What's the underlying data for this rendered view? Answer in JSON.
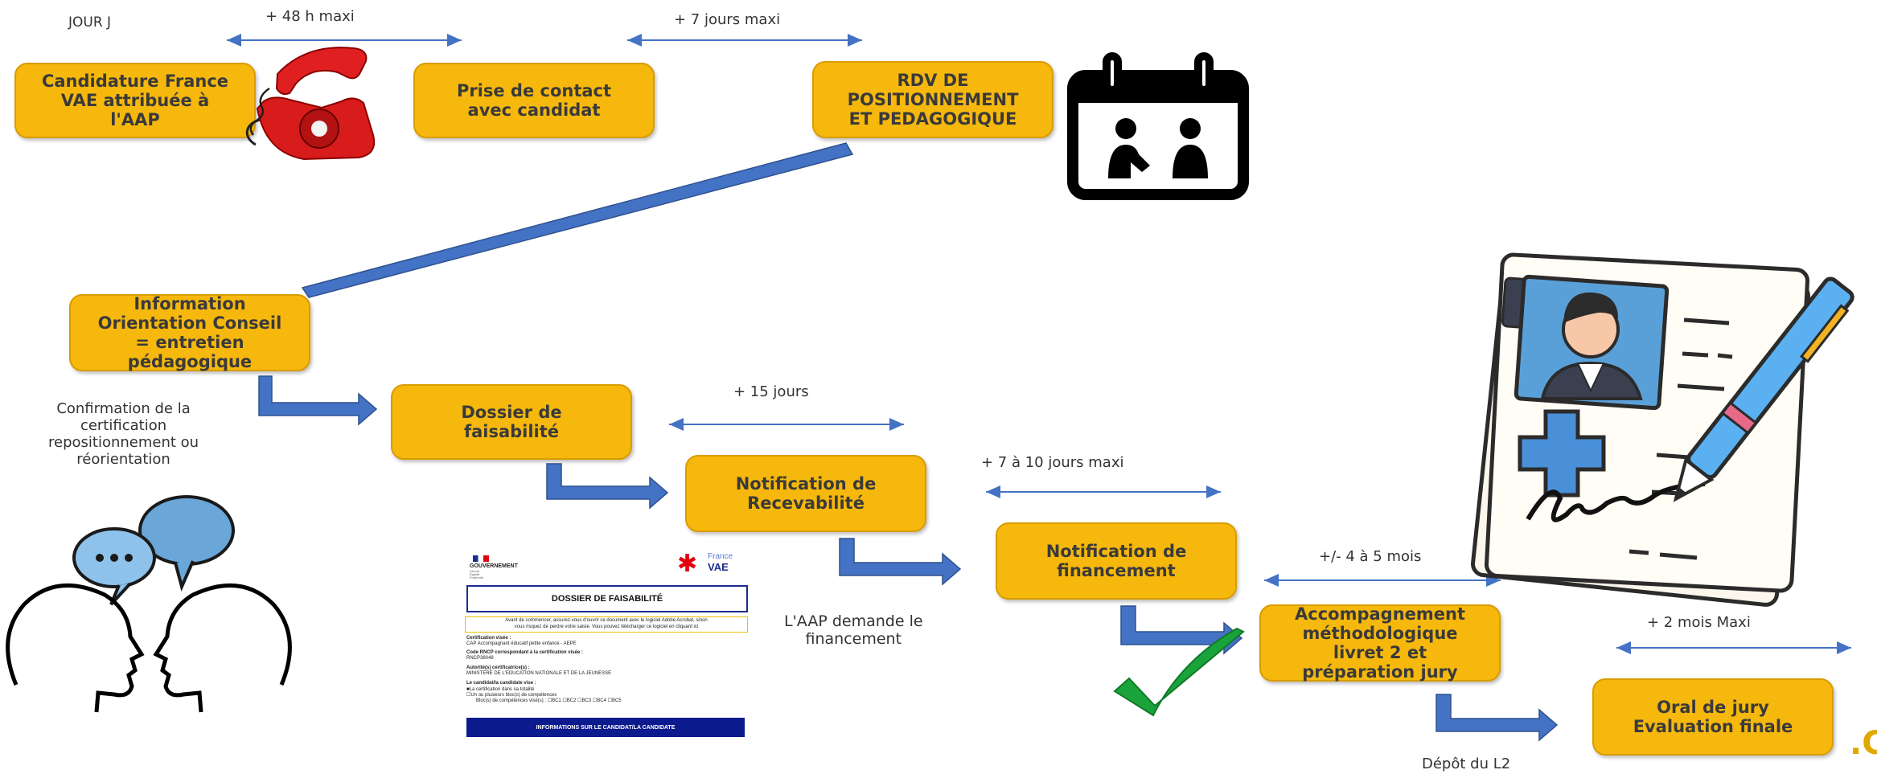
{
  "timeline_labels": {
    "jour_j": "JOUR J",
    "t_48h": "+ 48 h  maxi",
    "t_7j": "+ 7 jours maxi",
    "t_15j": "+ 15 jours",
    "t_7_10j": "+ 7 à 10  jours maxi",
    "t_4_5m": "+/- 4 à 5 mois",
    "t_2m": "+ 2 mois Maxi"
  },
  "steps": {
    "candidature": "Candidature France\nVAE attribuée à\nl'AAP",
    "contact": "Prise de contact\navec candidat",
    "rdv": "RDV DE\nPOSITIONNEMENT\nET PEDAGOGIQUE",
    "information": "Information\nOrientation  Conseil\n= entretien\npédagogique",
    "dossier": "Dossier de\nfaisabilité",
    "notif_recev": "Notification de\nRecevabilité",
    "notif_fin": "Notification de\nfinancement",
    "accomp": "Accompagnement\nméthodologique\nlivret 2 et\npréparation jury",
    "oral": "Oral de jury\nEvaluation finale"
  },
  "notes": {
    "confirmation": "Confirmation  de la\ncertification\nrepositionnement ou\nréorientation",
    "aap_demande": "L'AAP demande le\nfinancement",
    "depot": "Dépôt du L2",
    "corner_fragment": ".C"
  },
  "document_thumbnail": {
    "gov": "GOUVERNEMENT",
    "gov_sub": "Liberté\nÉgalité\nFraternité",
    "brand_small": "France",
    "brand": "VAE",
    "title": "DOSSIER DE FAISABILITÉ",
    "warning": "Avant de commencer, assurez-vous d'ouvrir ce document avec le logiciel Adobe Acrobat, sinon\nvous risquez de perdre votre saisie. Vous pouvez télécharger ce logiciel en cliquant ici",
    "cert_label": "Certification visée :",
    "cert_value": "CAP Accompagnant éducatif petite enfance - AEPE",
    "rncp_label": "Code RNCP correspondant à la certification visée :",
    "rncp_value": "RNCP38048",
    "autorite_label": "Autorité(s) certificatrice(s) :",
    "autorite_value": "MINISTERE DE L'EDUCATION NATIONALE ET DE LA JEUNESSE",
    "vise_label": "Le candidat/la candidate vise :",
    "vise_opt1": "■La certification dans sa totalité",
    "vise_opt2": "☐Un ou plusieurs bloc(s) de compétences",
    "vise_opt3": "Bloc(s) de compétences visé(s) :  ☐BC1  ☐BC2  ☐BC3  ☐BC4  ☐BC5",
    "band": "INFORMATIONS SUR LE CANDIDAT/LA CANDIDATE"
  },
  "colors": {
    "box_fill": "#f6b80c",
    "box_border": "#d99c00",
    "arrow_blue": "#4472c4",
    "check_green": "#1aa33a",
    "phone_red": "#d81b1b"
  },
  "icons": [
    "phone-icon",
    "calendar-meeting-icon",
    "conversation-heads-icon",
    "checkmark-icon",
    "certificate-signature-icon"
  ]
}
